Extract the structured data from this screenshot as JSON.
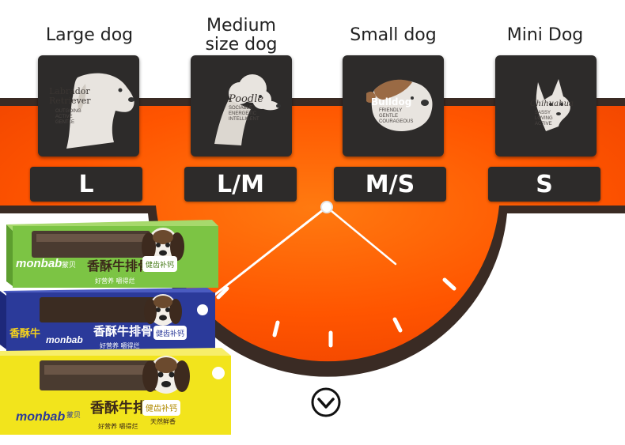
{
  "sizes": [
    {
      "title_lines": [
        "Large dog"
      ],
      "breed": "Labrador Retriever",
      "breed_lines": [
        "Labrador",
        "Retriever"
      ],
      "traits": [
        "OUTGOING",
        "ACTIVE",
        "GENTLE"
      ],
      "code": "L",
      "icon": "labrador-head-icon"
    },
    {
      "title_lines": [
        "Medium",
        "size dog"
      ],
      "breed": "Poodle",
      "breed_lines": [
        "Poodle"
      ],
      "traits": [
        "SOCIABLE",
        "ENERGETIC",
        "INTELLIGENT"
      ],
      "code": "L/M",
      "icon": "poodle-head-icon"
    },
    {
      "title_lines": [
        "Small dog"
      ],
      "breed": "Bulldog",
      "breed_lines": [
        "Bulldog"
      ],
      "traits": [
        "FRIENDLY",
        "GENTLE",
        "COURAGEOUS"
      ],
      "code": "M/S",
      "icon": "bulldog-head-icon"
    },
    {
      "title_lines": [
        "Mini Dog"
      ],
      "breed": "Chihuahua",
      "breed_lines": [
        "Chihuahua"
      ],
      "traits": [
        "SASSY",
        "LOVING",
        "ACTIVE"
      ],
      "code": "S",
      "icon": "chihuahua-head-icon"
    }
  ],
  "product": {
    "brand": "monbab",
    "brand_cn": "蒙贝",
    "name_cn": "香酥牛排骨",
    "badge_cn": "健齿补钙",
    "sub_badge_cn": "天然鲜香",
    "slogan_cn": "好营养 嚼得烂",
    "boxes": [
      "green-box",
      "blue-box",
      "yellow-box"
    ]
  },
  "colors": {
    "band_orange": "#ff5a00",
    "band_dark": "#3a2b24",
    "card_dark": "#2d2b2a",
    "badge_text": "#ffffff",
    "box_green": "#7cc444",
    "box_blue": "#2b3a9a",
    "box_yellow": "#f2e41c"
  },
  "scroll_icon": "chevron-down-circle-icon"
}
